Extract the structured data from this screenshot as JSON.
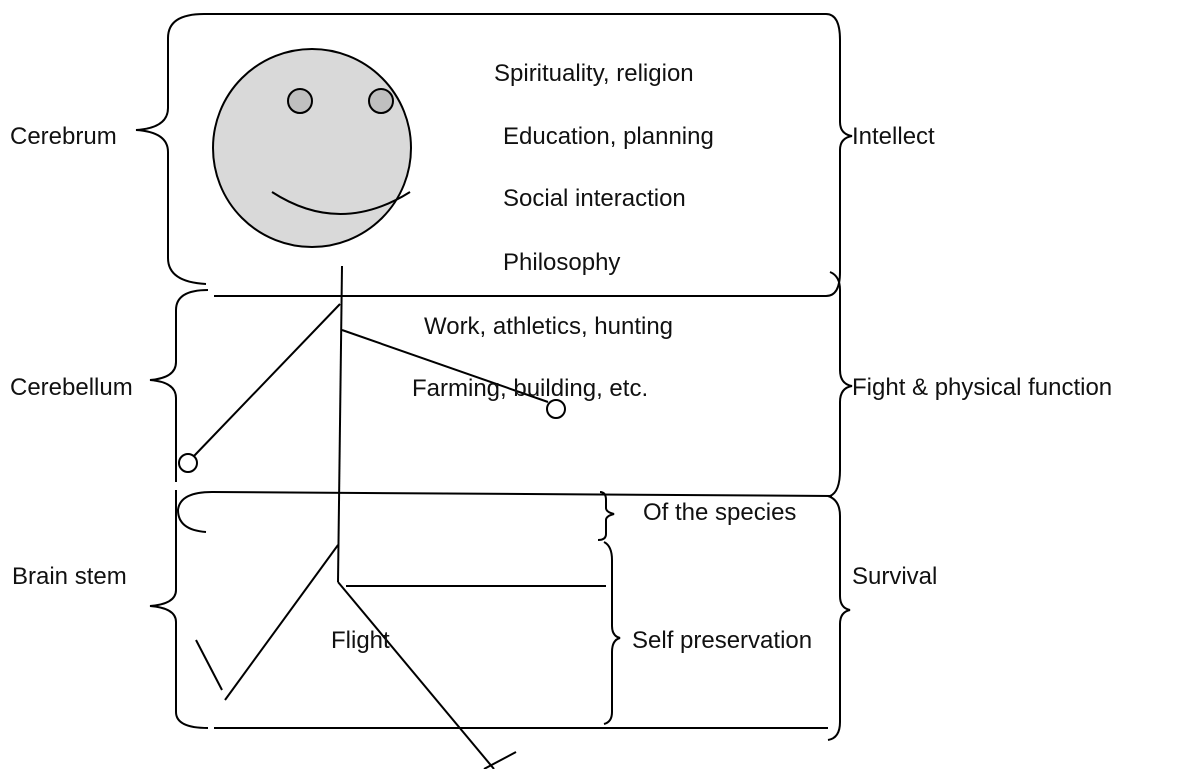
{
  "colors": {
    "head_fill": "#d9d9d9",
    "eye_fill": "#bfbfbf",
    "stroke": "#000000",
    "text": "#111111"
  },
  "left_labels": {
    "cerebrum": "Cerebrum",
    "cerebellum": "Cerebellum",
    "brain_stem": "Brain stem"
  },
  "right_labels": {
    "intellect": "Intellect",
    "fight": "Fight & physical function",
    "survival": "Survival"
  },
  "inner_labels": {
    "spirituality": "Spirituality, religion",
    "education": "Education, planning",
    "social": "Social interaction",
    "philosophy": "Philosophy",
    "work": "Work, athletics, hunting",
    "farming": "Farming, building, etc.",
    "species": "Of the species",
    "self_preservation": "Self preservation",
    "flight": "Flight"
  }
}
